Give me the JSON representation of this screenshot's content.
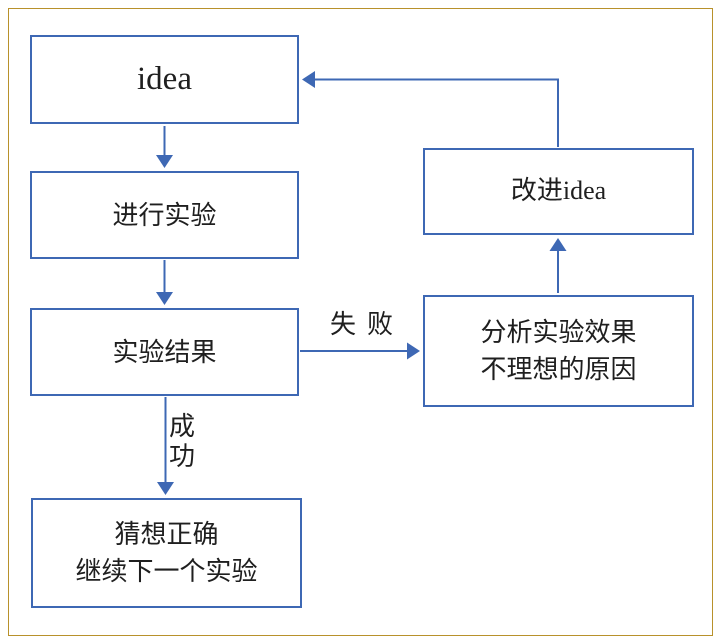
{
  "canvas": {
    "background": "#ffffff",
    "frame_color": "#B8912B",
    "accent_color": "#3E68B4",
    "text_color": "#1f1f1f"
  },
  "flowchart": {
    "nodes": [
      {
        "id": "idea",
        "label": "idea"
      },
      {
        "id": "run-experiment",
        "label": "进行实验"
      },
      {
        "id": "experiment-result",
        "label": "实验结果"
      },
      {
        "id": "guess-correct",
        "label": "猜想正确\n继续下一个实验"
      },
      {
        "id": "analyze-cause",
        "label": "分析实验效果\n不理想的原因"
      },
      {
        "id": "improve-idea",
        "label": "改进idea"
      }
    ],
    "edge_labels": {
      "failure": "失败",
      "success": "成功"
    }
  }
}
